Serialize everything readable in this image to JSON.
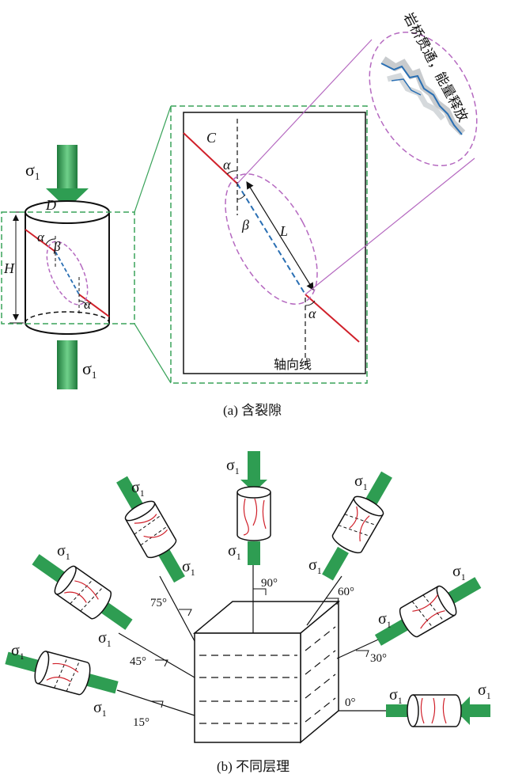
{
  "panel_a": {
    "caption": "(a) 含裂隙",
    "sigma": "σ",
    "sigma_sub": "1",
    "label_D": "D",
    "label_H": "H",
    "label_alpha": "α",
    "label_beta": "β",
    "label_C": "C",
    "label_L": "L",
    "axis_line": "轴向线",
    "rock_bridge_note": "岩桥贯通，能量释放"
  },
  "panel_b": {
    "caption": "(b) 不同层理",
    "sigma": "σ",
    "sigma_sub": "1",
    "angles": [
      "0°",
      "15°",
      "30°",
      "45°",
      "60°",
      "75°",
      "90°"
    ]
  },
  "colors": {
    "arrow_green": "#2e9d52",
    "crack_red": "#d0202a",
    "bridge_blue": "#2a6fb3",
    "ellipse_magenta": "#b569c0",
    "dash_green": "#3aa35a"
  }
}
